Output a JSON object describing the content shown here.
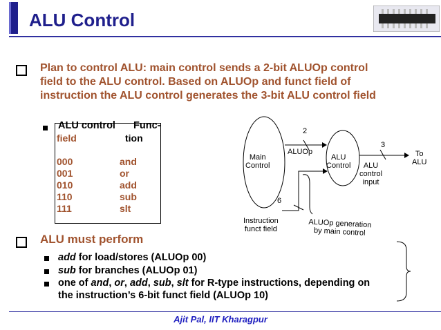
{
  "title": "ALU Control",
  "bullet1": {
    "line1": "Plan to control ALU: main control sends a 2-bit ALUOp control",
    "line2": "field  to the ALU control. Based on ALUOp and funct field of",
    "line3": "instruction the ALU control generates the 3-bit ALU control field"
  },
  "table": {
    "header_left_1": "ALU control",
    "header_right_1": "Func-",
    "header_left_2": "field",
    "header_right_2": "tion",
    "rows": [
      {
        "code": "000",
        "func": "and"
      },
      {
        "code": "001",
        "func": "or"
      },
      {
        "code": "010",
        "func": "add"
      },
      {
        "code": "110",
        "func": "sub"
      },
      {
        "code": "111",
        "func": "slt"
      }
    ]
  },
  "bullet2": {
    "heading": "ALU must perform",
    "items": [
      {
        "emph": "add",
        "rest": " for load/stores (ALUOp 00)"
      },
      {
        "emph": "sub",
        "rest": " for branches (ALUOp 01)"
      }
    ],
    "item3_line1_pre": "one of ",
    "item3_and": "and",
    "item3_or": "or",
    "item3_add": "add",
    "item3_sub": "sub",
    "item3_slt": "slt",
    "item3_line1_post": " for R-type instructions, depending on",
    "item3_line2": "the instruction’s 6-bit funct field (ALUOp 10)",
    "sep": ", "
  },
  "diagram": {
    "main_control_1": "Main",
    "main_control_2": "Control",
    "alu_control_1": "ALU",
    "alu_control_2": "Control",
    "aluop_label": "ALUOp",
    "bits_2": "2",
    "bits_3": "3",
    "bits_6": "6",
    "to_alu_1": "To",
    "to_alu_2": "ALU",
    "alu_ctrl_input_1": "ALU",
    "alu_ctrl_input_2": "control",
    "alu_ctrl_input_3": "input",
    "instr_funct_1": "Instruction",
    "instr_funct_2": "funct field",
    "aluop_gen_1": "ALUOp generation",
    "aluop_gen_2": "by main control"
  },
  "footer": "Ajit Pal, IIT Kharagpur",
  "colors": {
    "title": "#1f1f8c",
    "accent_text": "#a0522d",
    "rule_blue": "#3030a0",
    "footer": "#2020c0"
  },
  "icons": [
    "chip-icon"
  ]
}
